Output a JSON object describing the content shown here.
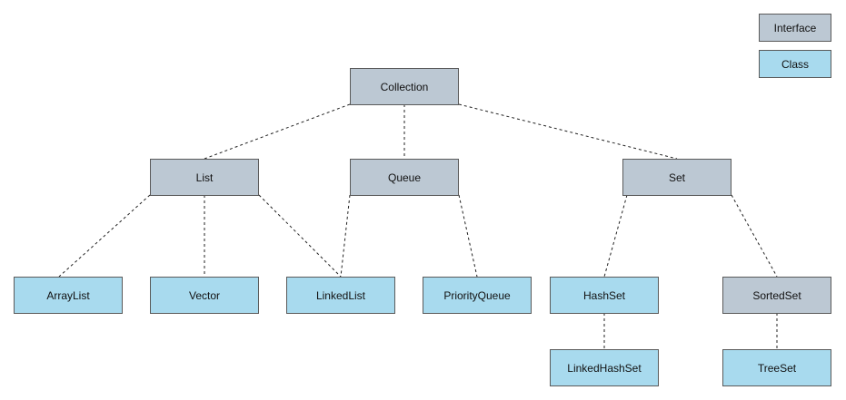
{
  "colors": {
    "interface_fill": "#bcc8d3",
    "class_fill": "#a8daee",
    "border": "#5a5a5a",
    "connector": "#222222"
  },
  "legend": {
    "interface": "Interface",
    "class": "Class"
  },
  "nodes": {
    "collection": {
      "label": "Collection",
      "kind": "interface"
    },
    "list": {
      "label": "List",
      "kind": "interface"
    },
    "queue": {
      "label": "Queue",
      "kind": "interface"
    },
    "set": {
      "label": "Set",
      "kind": "interface"
    },
    "sortedset": {
      "label": "SortedSet",
      "kind": "interface"
    },
    "arraylist": {
      "label": "ArrayList",
      "kind": "class"
    },
    "vector": {
      "label": "Vector",
      "kind": "class"
    },
    "linkedlist": {
      "label": "LinkedList",
      "kind": "class"
    },
    "priorityqueue": {
      "label": "PriorityQueue",
      "kind": "class"
    },
    "hashset": {
      "label": "HashSet",
      "kind": "class"
    },
    "linkedhashset": {
      "label": "LinkedHashSet",
      "kind": "class"
    },
    "treeset": {
      "label": "TreeSet",
      "kind": "class"
    }
  },
  "edges": [
    [
      "collection",
      "list"
    ],
    [
      "collection",
      "queue"
    ],
    [
      "collection",
      "set"
    ],
    [
      "list",
      "arraylist"
    ],
    [
      "list",
      "vector"
    ],
    [
      "list",
      "linkedlist"
    ],
    [
      "queue",
      "linkedlist"
    ],
    [
      "queue",
      "priorityqueue"
    ],
    [
      "set",
      "hashset"
    ],
    [
      "set",
      "sortedset"
    ],
    [
      "hashset",
      "linkedhashset"
    ],
    [
      "sortedset",
      "treeset"
    ]
  ]
}
